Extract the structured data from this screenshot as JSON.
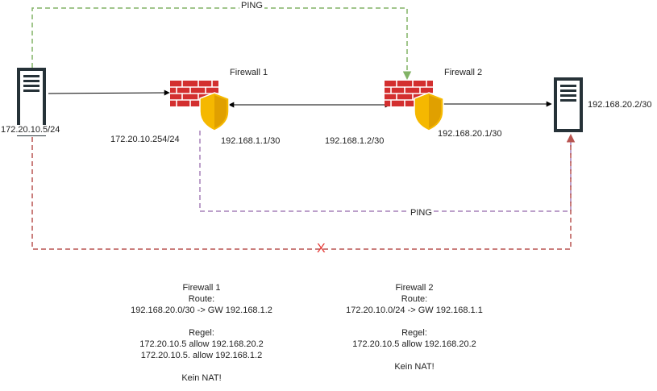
{
  "colors": {
    "green_dashed": "#82b366",
    "purple_dashed": "#a680b8",
    "red_dashed": "#b85450",
    "firewall_red": "#d32f2f",
    "shield_gold": "#f5b800",
    "server_dark": "#263238",
    "line": "#000000"
  },
  "icons": {
    "left_server": "server-icon",
    "right_server": "server-icon",
    "firewall1": "firewall-icon",
    "firewall2": "firewall-icon",
    "blocked": "red-x-icon"
  },
  "labels": {
    "ping_top": "PING",
    "ping_bottom": "PING",
    "firewall1": "Firewall 1",
    "firewall2": "Firewall 2",
    "left_host_ip": "172.20.10.5/24",
    "fw1_lan_ip": "172.20.10.254/24",
    "fw1_wan_ip": "192.168.1.1/30",
    "fw2_wan_ip": "192.168.1.2/30",
    "fw2_lan_ip": "192.168.20.1/30",
    "right_host_ip": "192.168.20.2/30",
    "blocked_mark": "X"
  },
  "notes": {
    "fw1": [
      "Firewall 1",
      "Route:",
      "192.168.20.0/30 -> GW 192.168.1.2",
      "",
      "Regel:",
      "172.20.10.5 allow 192.168.20.2",
      "172.20.10.5. allow 192.168.1.2",
      "",
      "Kein NAT!"
    ],
    "fw2": [
      "Firewall 2",
      "Route:",
      "172.20.10.0/24 -> GW 192.168.1.1",
      "",
      "Regel:",
      "172.20.10.5 allow 192.168.20.2",
      "",
      "Kein NAT!"
    ]
  }
}
